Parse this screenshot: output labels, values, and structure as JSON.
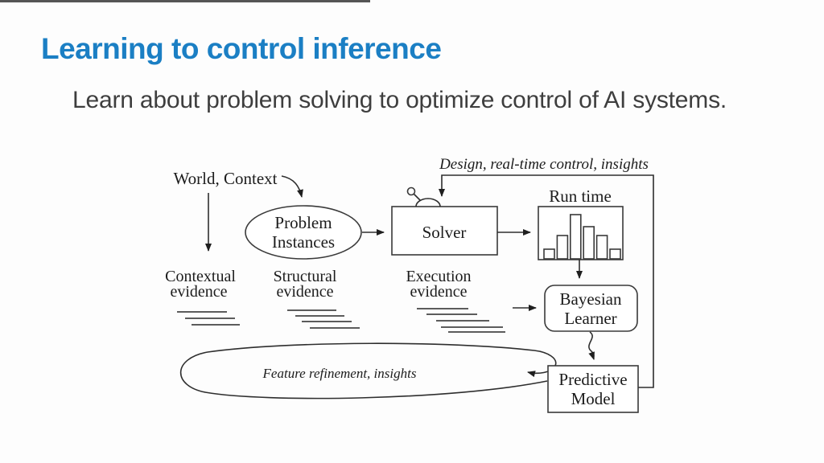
{
  "slide": {
    "title": "Learning to control inference",
    "subtitle": "Learn about problem solving to optimize control of AI systems.",
    "title_color": "#1b7fc4"
  },
  "diagram": {
    "nodes": {
      "world_context": "World, Context",
      "problem_instances": [
        "Problem",
        "Instances"
      ],
      "solver": "Solver",
      "run_time_label": "Run time",
      "bayesian_learner": [
        "Bayesian",
        "Learner"
      ],
      "predictive_model": [
        "Predictive",
        "Model"
      ]
    },
    "evidence": {
      "contextual": [
        "Contextual",
        "evidence"
      ],
      "structural": [
        "Structural",
        "evidence"
      ],
      "execution": [
        "Execution",
        "evidence"
      ]
    },
    "annotations": {
      "design_loop": "Design, real-time control, insights",
      "feature_loop": "Feature refinement, insights"
    },
    "runtime_histogram": {
      "type": "bar",
      "values": [
        12,
        29,
        55,
        40,
        29,
        12
      ],
      "note": "relative run-time frequency bars, px heights"
    }
  }
}
